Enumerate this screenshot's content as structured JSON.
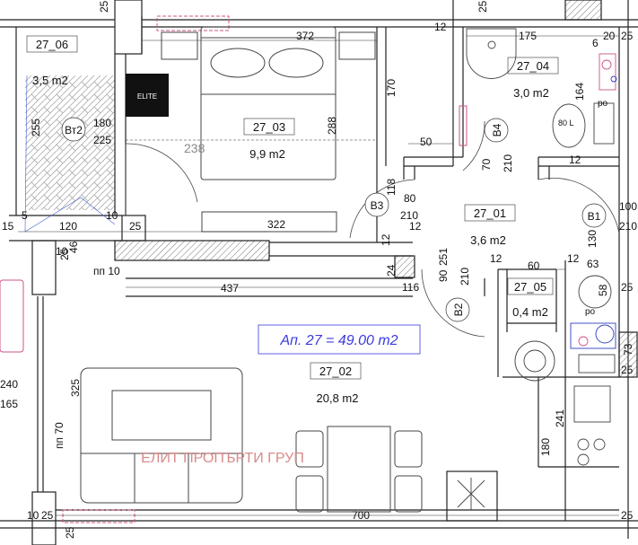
{
  "rooms": [
    {
      "id": "27_06",
      "area": "3,5 m2"
    },
    {
      "id": "27_03",
      "area": "9,9 m2"
    },
    {
      "id": "27_04",
      "area": "3,0 m2"
    },
    {
      "id": "27_01",
      "area": "3,6 m2"
    },
    {
      "id": "27_05",
      "area": "0,4 m2"
    },
    {
      "id": "27_02",
      "area": "20,8 m2"
    }
  ],
  "apartment_label": "Ап. 27 = 49.00 m2",
  "watermark": "ЕЛИТ ПРОПЪРТИ ГРУП",
  "logo_text": "ELITE",
  "door_tags": [
    "Вт2",
    "В3",
    "В4",
    "В1",
    "В2"
  ],
  "dims": {
    "d372": "372",
    "d175": "175",
    "d12a": "12",
    "d25top": "25",
    "d6": "6",
    "d20": "20",
    "d25tr": "25",
    "d170": "170",
    "d164": "164",
    "d288": "288",
    "d255": "255",
    "d180a": "180",
    "d225": "225",
    "d238": "238",
    "d50": "50",
    "d70": "70",
    "d210a": "210",
    "d12b": "12",
    "d118": "118",
    "d80": "80",
    "d210b": "210",
    "d12c": "12",
    "d100": "100",
    "d210c": "210",
    "d130": "130",
    "d10a": "10",
    "d25a": "25",
    "d5": "5",
    "d15": "15",
    "d120": "120",
    "d25b": "25",
    "d322": "322",
    "d12d": "12",
    "d24": "24",
    "d116": "116",
    "d90": "90",
    "d251": "251",
    "d210d": "210",
    "d12e": "12",
    "d60": "60",
    "d12f": "12",
    "d63": "63",
    "d58": "58",
    "d25c": "25",
    "d25d": "25",
    "d10b": "10",
    "d437": "437",
    "d73": "73",
    "d240": "240",
    "d165": "165",
    "d325": "325",
    "d241": "241",
    "d180b": "180",
    "d10c": "10",
    "d25e": "25",
    "d700": "700",
    "d25f": "25",
    "d25g": "25",
    "d25h": "25",
    "d46": "46",
    "pp10": "пп 10",
    "pp70": "пп 70",
    "po1": "ро",
    "po2": "ро",
    "d80l": "80 L"
  },
  "colors": {
    "annotation": "#3a3ae0",
    "watermark": "#d98a8a",
    "pink": "#d0508a",
    "wall": "#222222"
  }
}
